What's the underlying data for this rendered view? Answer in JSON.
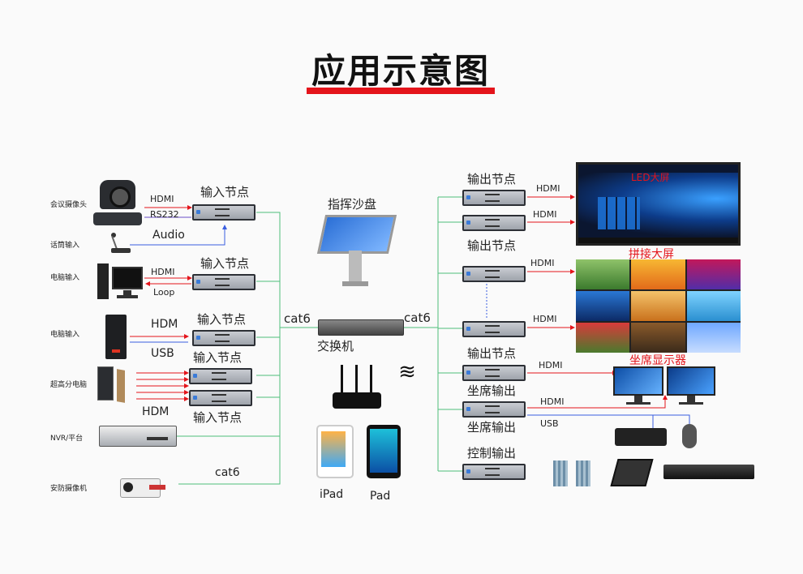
{
  "title": "应用示意图",
  "left": {
    "camera_label": "会议摄像头",
    "mic_label": "话筒输入",
    "pc1_label": "电脑输入",
    "pc2_label": "电脑输入",
    "hires_label": "超高分电脑",
    "nvr_label": "NVR/平台",
    "security_label": "安防摄像机",
    "hdmi_1": "HDMI",
    "rs232": "RS232",
    "audio": "Audio",
    "hdmi_2": "HDMI",
    "loop": "Loop",
    "hdm_1": "HDM",
    "usb_1": "USB",
    "hdm_2": "HDM",
    "cat6_bottom": "cat6"
  },
  "input_nodes": [
    "输入节点",
    "输入节点",
    "输入节点",
    "输入节点",
    "输入节点"
  ],
  "center": {
    "sandtable": "指挥沙盘",
    "cat6_left": "cat6",
    "cat6_right": "cat6",
    "switch": "交换机",
    "ipad": "iPad",
    "pad": "Pad"
  },
  "right": {
    "output_node_1": "输出节点",
    "output_node_2": "输出节点",
    "output_node_3": "输出节点",
    "seat_out_1": "坐席输出",
    "seat_out_2": "坐席输出",
    "control_out": "控制输出",
    "hdmi_a": "HDMI",
    "hdmi_b": "HDMI",
    "hdmi_c": "HDMI",
    "hdmi_d": "HDMI",
    "hdmi_e": "HDMI",
    "hdmi_f": "HDMI",
    "usb": "USB",
    "led_screen": "LED大屏",
    "splice_screen": "拼接大屏",
    "seat_display": "坐席显示器"
  },
  "colors": {
    "accent": "#e4141b",
    "link": "#4fbf7a",
    "usb": "#3a5ee0",
    "audio": "#6a4fc8"
  }
}
